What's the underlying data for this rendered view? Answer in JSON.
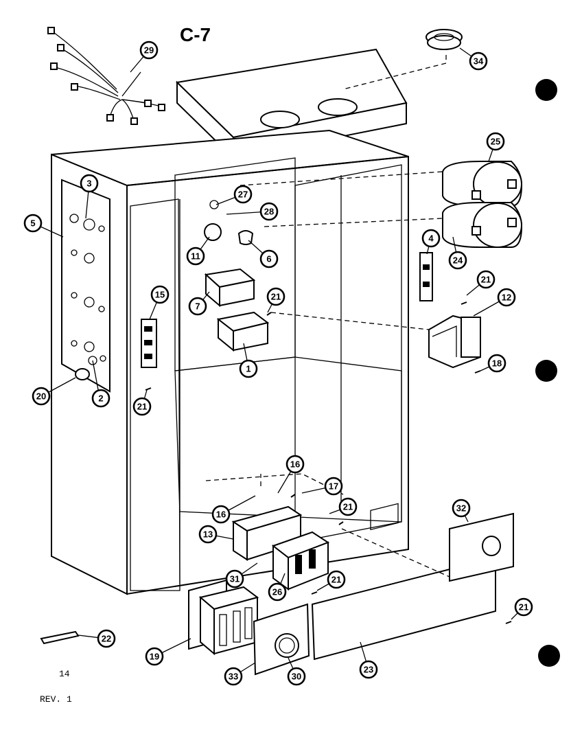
{
  "diagram": {
    "title": "C-7",
    "page_number": "14",
    "revision": "REV. 1",
    "callouts": {
      "c1": "1",
      "c2": "2",
      "c3": "3",
      "c4": "4",
      "c5": "5",
      "c6": "6",
      "c7": "7",
      "c11": "11",
      "c12": "12",
      "c13": "13",
      "c15": "15",
      "c16a": "16",
      "c16b": "16",
      "c17": "17",
      "c18": "18",
      "c19": "19",
      "c20": "20",
      "c21a": "21",
      "c21b": "21",
      "c21c": "21",
      "c21d": "21",
      "c21e": "21",
      "c21f": "21",
      "c22": "22",
      "c23": "23",
      "c24": "24",
      "c25": "25",
      "c26": "26",
      "c27": "27",
      "c28": "28",
      "c29": "29",
      "c30": "30",
      "c31": "31",
      "c32": "32",
      "c33": "33",
      "c34": "34"
    }
  }
}
